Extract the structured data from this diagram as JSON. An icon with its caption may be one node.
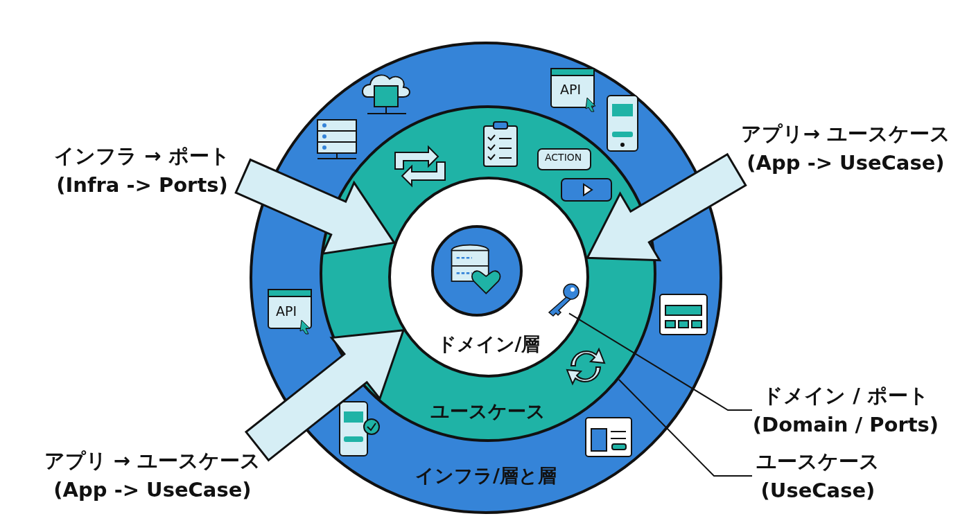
{
  "diagram": {
    "nodes": [
      {
        "text": [
          "インフラ/層と層"
        ]
      },
      {
        "text": [
          "ユースケース"
        ],
        "in": 0
      },
      {
        "text": [
          "ドメイン/層"
        ],
        "in": 1
      },
      {
        "text": [],
        "shape": "circle",
        "in": 2
      },
      {
        "text": [],
        "shape": "key",
        "in": 2
      },
      {
        "text": [
          "インフラ → ポート",
          "(Infra -> Ports)"
        ]
      },
      {
        "text": [
          "アプリ→ ユースケース",
          "(App -> UseCase)"
        ]
      },
      {
        "text": [
          "アプリ → ユースケース",
          "(App -> UseCase)"
        ]
      },
      {
        "text": [
          "ドメイン / ポート",
          "(Domain / Ports)"
        ]
      },
      {
        "text": [
          "ユースケース",
          "(UseCase)"
        ]
      }
    ],
    "edges": [
      {
        "from": 5,
        "to": 2,
        "arrow": "to",
        "style": "thick"
      },
      {
        "from": 6,
        "to": 2,
        "arrow": "to",
        "style": "thick"
      },
      {
        "from": 7,
        "to": 2,
        "arrow": "to",
        "style": "thick"
      },
      {
        "from": 8,
        "to": 4,
        "arrow": "none"
      },
      {
        "from": 9,
        "to": 1,
        "arrow": "none"
      }
    ],
    "labels": [
      "API",
      "ACTION",
      "API"
    ]
  }
}
